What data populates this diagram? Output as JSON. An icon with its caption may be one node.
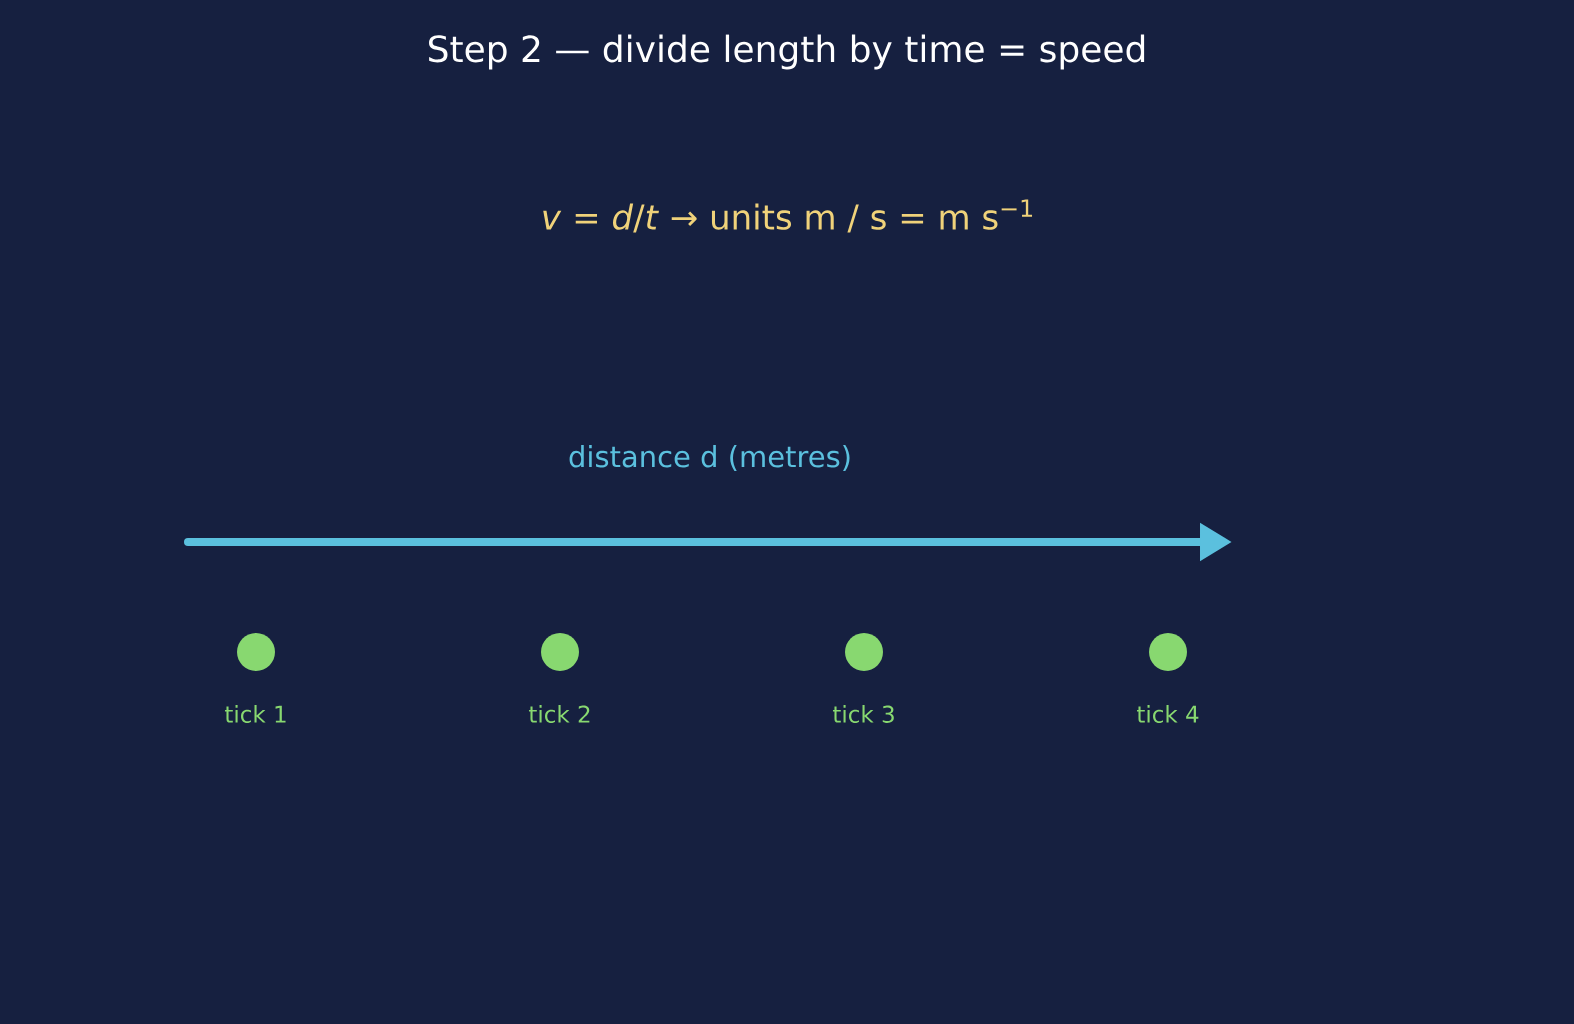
{
  "diagram": {
    "title": "Step 2 — divide length by time = speed",
    "labels": [
      "*v* = *d*/*t*  →  units  m / s = m s$^{−1}$",
      "distance d (metres)",
      "tick 1",
      "tick 2",
      "tick 3",
      "tick 4"
    ]
  }
}
